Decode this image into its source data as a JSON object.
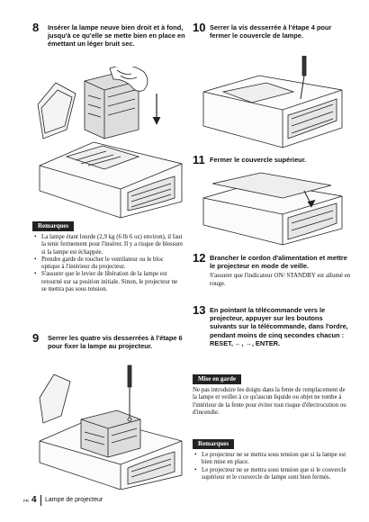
{
  "step8": {
    "num": "8",
    "text": "Insérer la lampe neuve bien droit et à fond, jusqu'à ce qu'elle se mette bien en place en émettant un léger bruit sec."
  },
  "remarques1": {
    "tag": "Remarques",
    "items": [
      "La lampe étant lourde (2,9 kg (6 lb 6 oz) environ), il faut la tenir fermement pour l'insérer. Il y a risque de blessure si la lampe est échappée.",
      "Prendre garde de toucher le ventilateur ou le bloc optique à l'intérieur du projecteur.",
      "S'assurer que le levier de libération de la lampe est retourné sur sa position initiale. Sinon, le projecteur ne se mettra pas sous tension."
    ]
  },
  "step9": {
    "num": "9",
    "text": "Serrer les quatre vis desserrées à l'étape 6 pour fixer la lampe au projecteur."
  },
  "step10": {
    "num": "10",
    "text": "Serrer la vis desserrée à l'étape 4 pour fermer le couvercle de lampe."
  },
  "step11": {
    "num": "11",
    "text": "Fermer le couvercle supérieur."
  },
  "step12": {
    "num": "12",
    "text": "Brancher le cordon d'alimentation et mettre le projecteur en mode de veille.",
    "sub": "S'assurer que l'indicateur ON/ STANDBY est allumé en rouge."
  },
  "step13": {
    "num": "13",
    "text": "En pointant la télécommande vers le projecteur, appuyer sur les boutons suivants sur la télécommande, dans l'ordre, pendant moins de cinq secondes chacun : RESET, ←, →, ENTER."
  },
  "mise_en_garde": {
    "tag": "Mise en garde",
    "text": "Ne pas introduire les doigts dans la fente de remplacement de la lampe et veiller à ce qu'aucun liquide ou objet ne tombe à l'intérieur de la fente pour éviter tout risque d'électrocution ou d'incendie."
  },
  "remarques2": {
    "tag": "Remarques",
    "items": [
      "Le projecteur ne se mettra sous tension que si la lampe est bien mise en place.",
      "Le projecteur ne se mettra sous tension que si le couvercle supérieur et le couvercle de lampe sont bien fermés."
    ]
  },
  "footer": {
    "lang": "FR",
    "page": "4",
    "section": "Lampe de projecteur"
  }
}
